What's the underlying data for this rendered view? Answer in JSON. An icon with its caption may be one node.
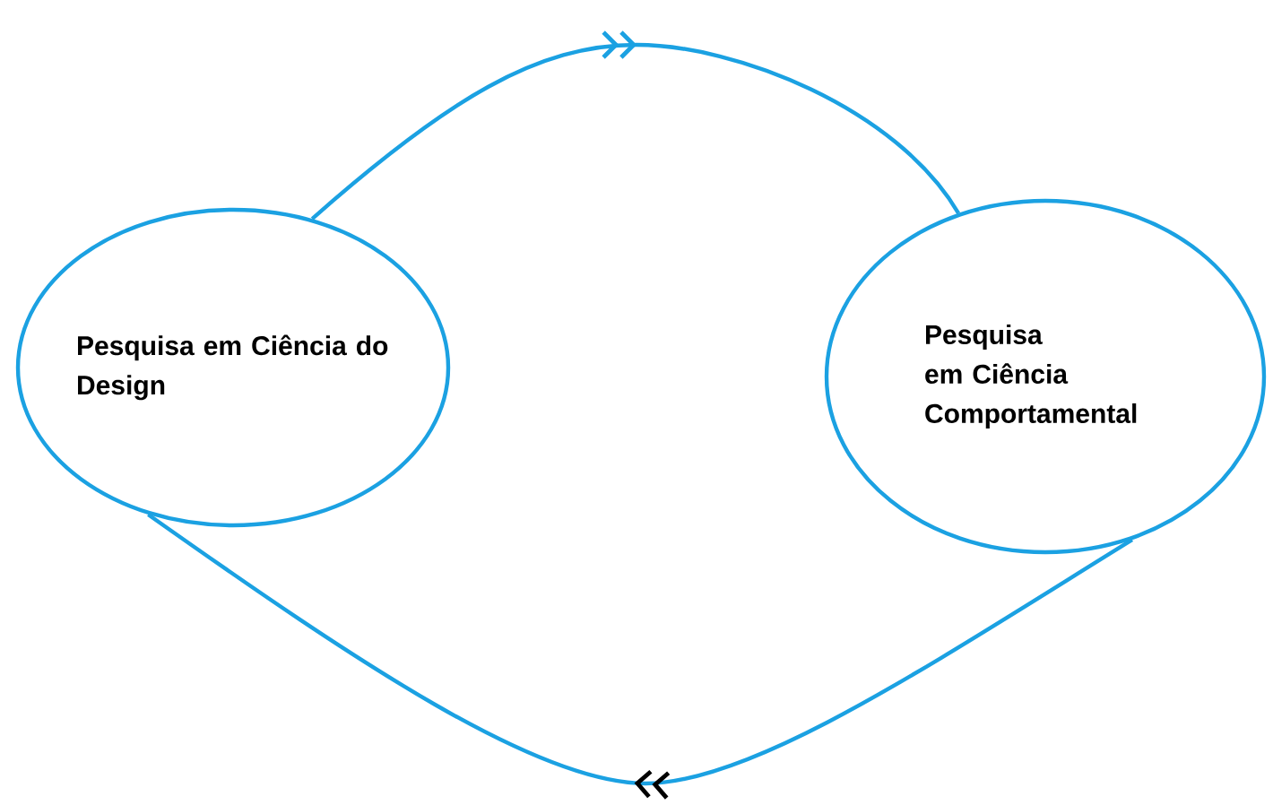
{
  "diagram": {
    "nodes": [
      {
        "text": [
          "Pesquisa em Ciência do Design"
        ]
      },
      {
        "text": [
          "Pesquisa em Ciência Comportamental"
        ]
      }
    ],
    "edges": [
      {
        "from": 0,
        "to": 1,
        "arrow": "to"
      },
      {
        "from": 1,
        "to": 0,
        "arrow": "to"
      }
    ]
  }
}
